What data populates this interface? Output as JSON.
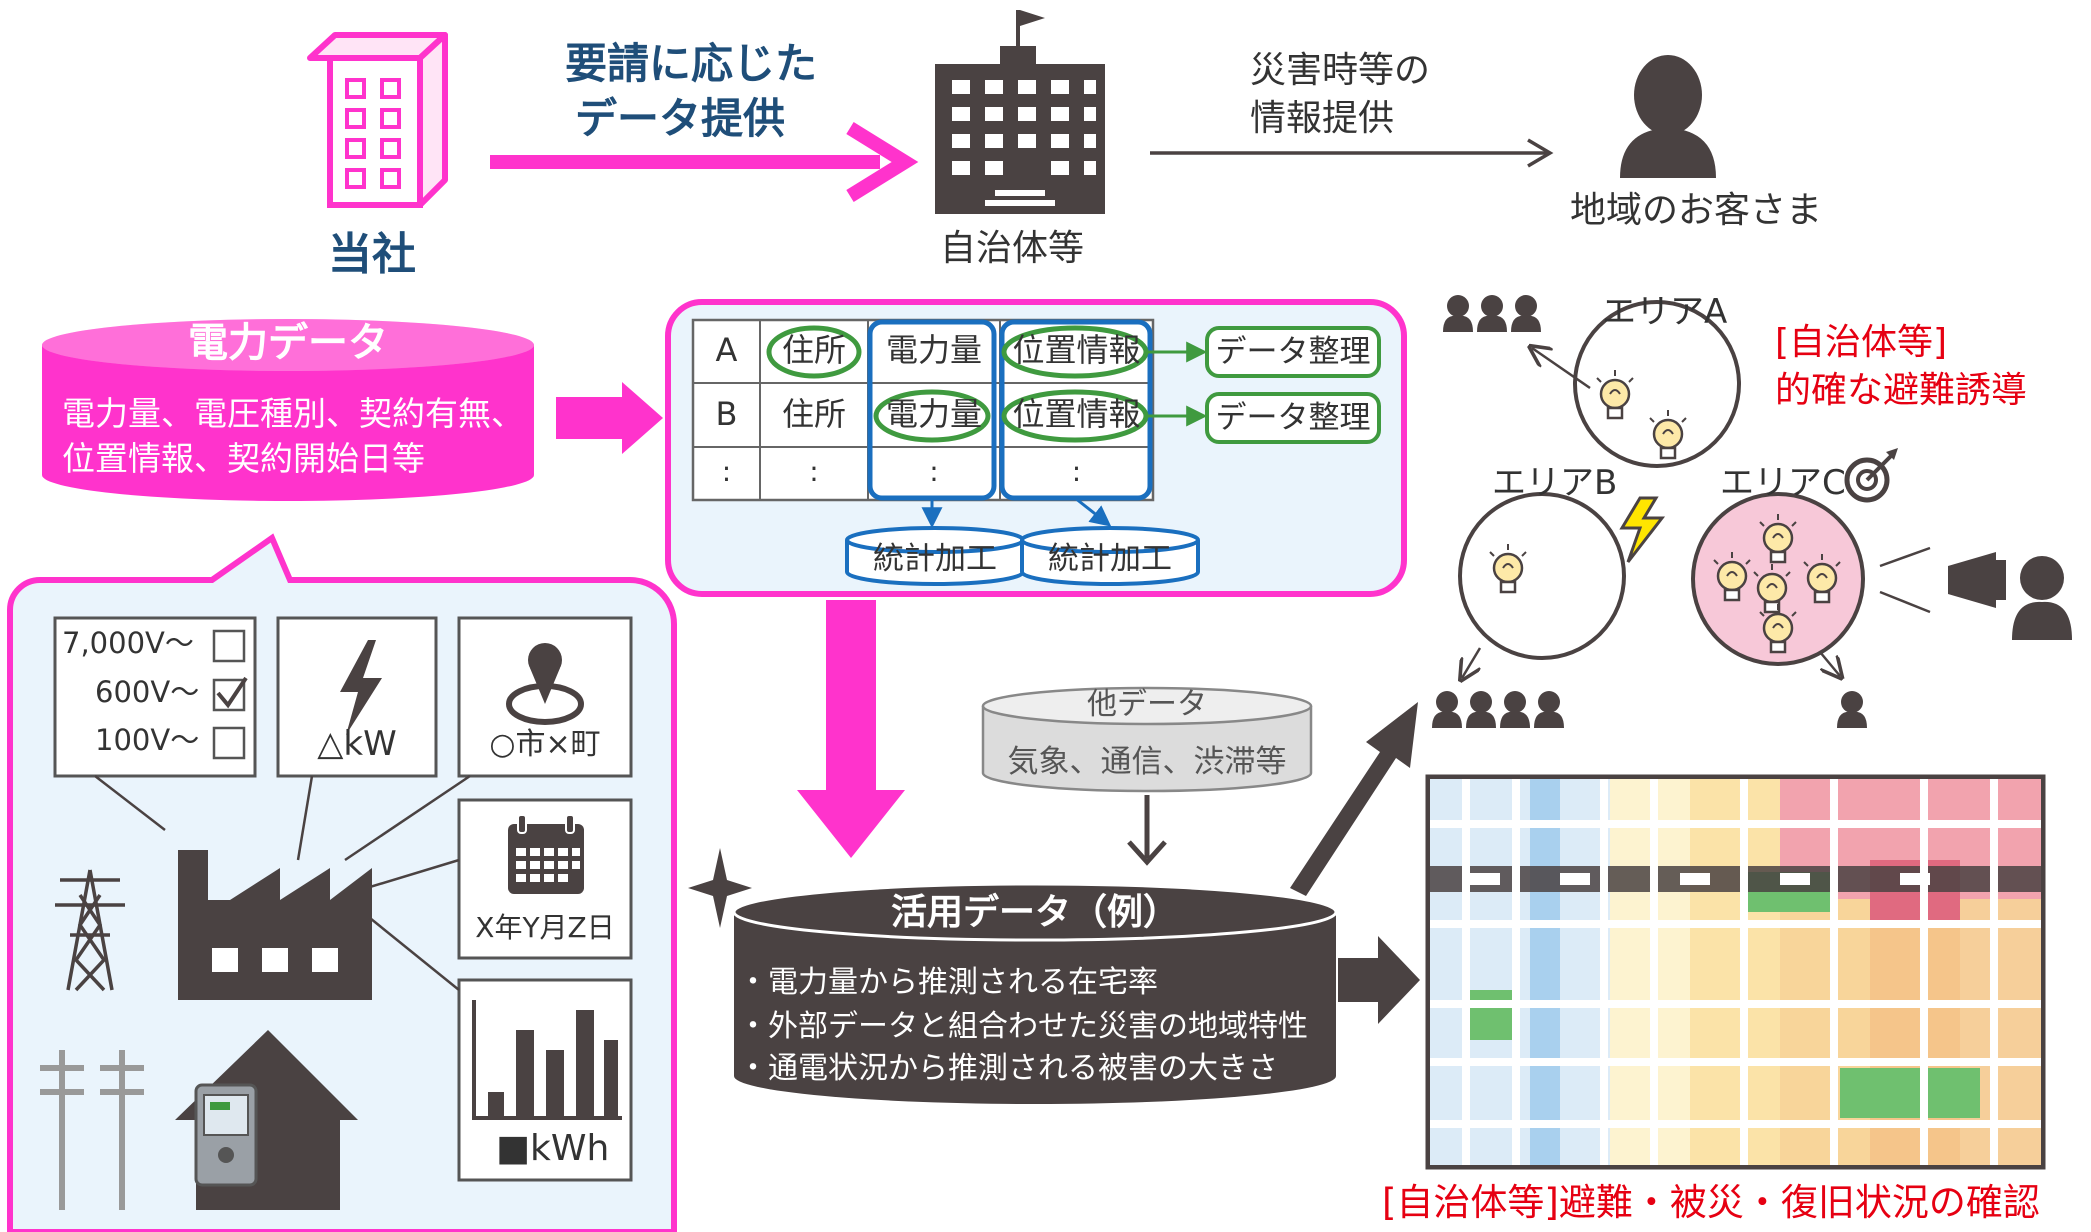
{
  "top": {
    "company_label": "当社",
    "arrow_request_line1": "要請に応じた",
    "arrow_request_line2": "データ提供",
    "municipality_label": "自治体等",
    "disaster_info_line1": "災害時等の",
    "disaster_info_line2": "情報提供",
    "customer_label": "地域のお客さま"
  },
  "power_data": {
    "title": "電力データ",
    "line1": "電力量、電圧種別、契約有無、",
    "line2": "位置情報、契約開始日等"
  },
  "table": {
    "rows": [
      {
        "key": "A",
        "addr": "住所",
        "power": "電力量",
        "loc": "位置情報"
      },
      {
        "key": "B",
        "addr": "住所",
        "power": "電力量",
        "loc": "位置情報"
      },
      {
        "key": ":",
        "addr": ":",
        "power": ":",
        "loc": ":"
      }
    ],
    "organize_label": "データ整理",
    "stats_label": "統計加工"
  },
  "sources": {
    "voltage_options": [
      {
        "label": "7,000V～",
        "checked": false
      },
      {
        "label": "600V～",
        "checked": true
      },
      {
        "label": "100V～",
        "checked": false
      }
    ],
    "kw_label": "△kW",
    "location_label": "○市×町",
    "date_label": "X年Y月Z日",
    "kwh_label": "■kWh"
  },
  "other_data": {
    "title": "他データ",
    "subtitle": "気象、通信、渋滞等"
  },
  "usage_data": {
    "title": "活用データ（例）",
    "items": [
      "・電力量から推測される在宅率",
      "・外部データと組合わせた災害の地域特性",
      "・通電状況から推測される被害の大きさ"
    ]
  },
  "areas": {
    "a": "エリアA",
    "b": "エリアB",
    "c": "エリアC",
    "guidance_line1": "[自治体等]",
    "guidance_line2": "的確な避難誘導",
    "map_caption": "[自治体等]避難・被災・復旧状況の確認"
  },
  "colors": {
    "magenta": "#ff33cc",
    "dark": "#4a4242",
    "blue": "#1a6fbf",
    "green": "#3f9a3f",
    "red": "#e60012",
    "navy": "#1f4e79"
  }
}
